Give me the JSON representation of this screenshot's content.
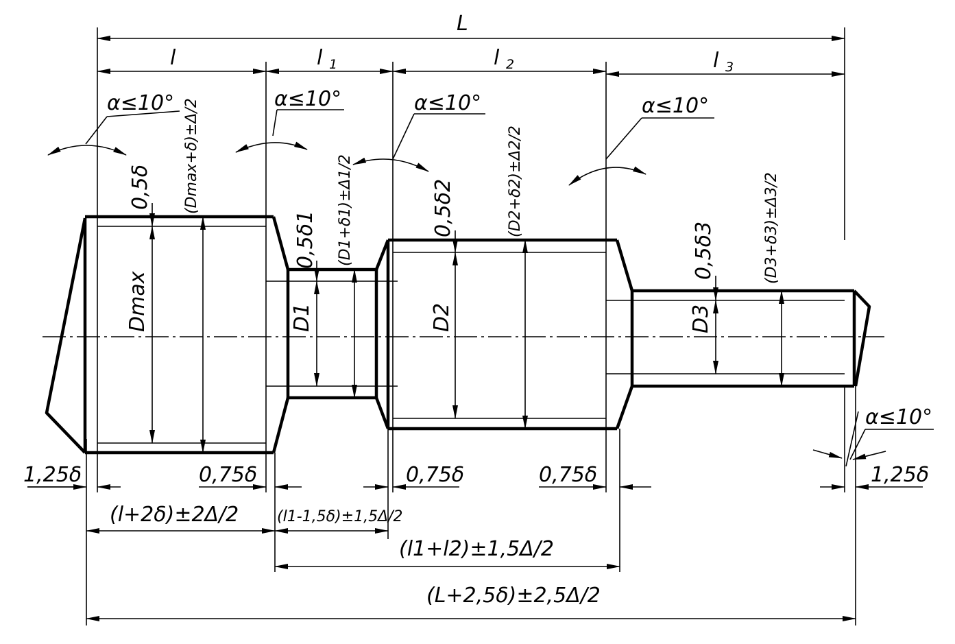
{
  "top_dims": {
    "L": "L",
    "l": "l",
    "l1": "l",
    "l1_sub": "1",
    "l2": "l",
    "l2_sub": "2",
    "l3": "l",
    "l3_sub": "3"
  },
  "angles": {
    "a1": "α≤10°",
    "a2": "α≤10°",
    "a3": "α≤10°",
    "a4": "α≤10°",
    "a5": "α≤10°"
  },
  "vert": {
    "dmax_half": "0,5δ",
    "dmax_tol": "(Dmax+δ)±Δ/2",
    "dmax": "Dmax",
    "d1_half": "0,5δ1",
    "d1_tol": "(D1+δ1)±Δ1/2",
    "d1": "D1",
    "d2_half": "0,5δ2",
    "d2_tol": "(D2+δ2)±Δ2/2",
    "d2": "D2",
    "d3_half": "0,5δ3",
    "d3_tol": "(D3+δ3)±Δ3/2",
    "d3": "D3"
  },
  "bottom_dims": {
    "left_125": "1,25δ",
    "mid_075_a": "0,75δ",
    "mid_075_b": "0,75δ",
    "mid_075_c": "0,75δ",
    "right_125": "1,25δ",
    "seg1": "(l+2δ)±2Δ/2",
    "seg2": "(l1-1,5δ)±1,5Δ/2",
    "seg3": "(l1+l2)±1,5Δ/2",
    "total": "(L+2,5δ)±2,5Δ/2"
  }
}
